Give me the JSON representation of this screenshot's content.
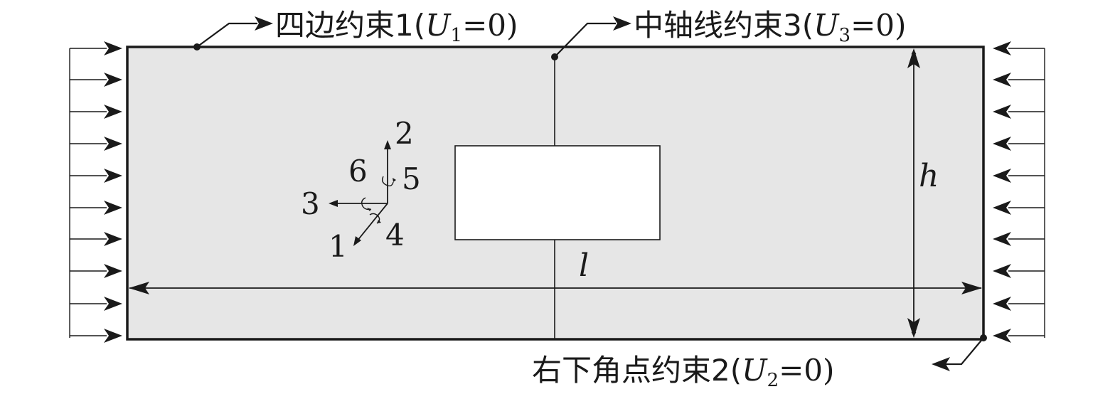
{
  "annotations": {
    "edge_constraint": {
      "prefix": "四边约束1(",
      "var": "U",
      "sub": "1",
      "suffix": "=0)"
    },
    "axis_constraint": {
      "prefix": "中轴线约束3(",
      "var": "U",
      "sub": "3",
      "suffix": "=0)"
    },
    "corner_constraint": {
      "prefix": "右下角点约束2(",
      "var": "U",
      "sub": "2",
      "suffix": "=0)"
    }
  },
  "dimensions": {
    "height": "h",
    "length": "l"
  },
  "axes": {
    "d1": "1",
    "d2": "2",
    "d3": "3",
    "r4": "4",
    "r5": "5",
    "r6": "6"
  },
  "colors": {
    "plate_fill": "#e6e6e6",
    "hole_fill": "#ffffff",
    "stroke": "#1a1a1a"
  }
}
